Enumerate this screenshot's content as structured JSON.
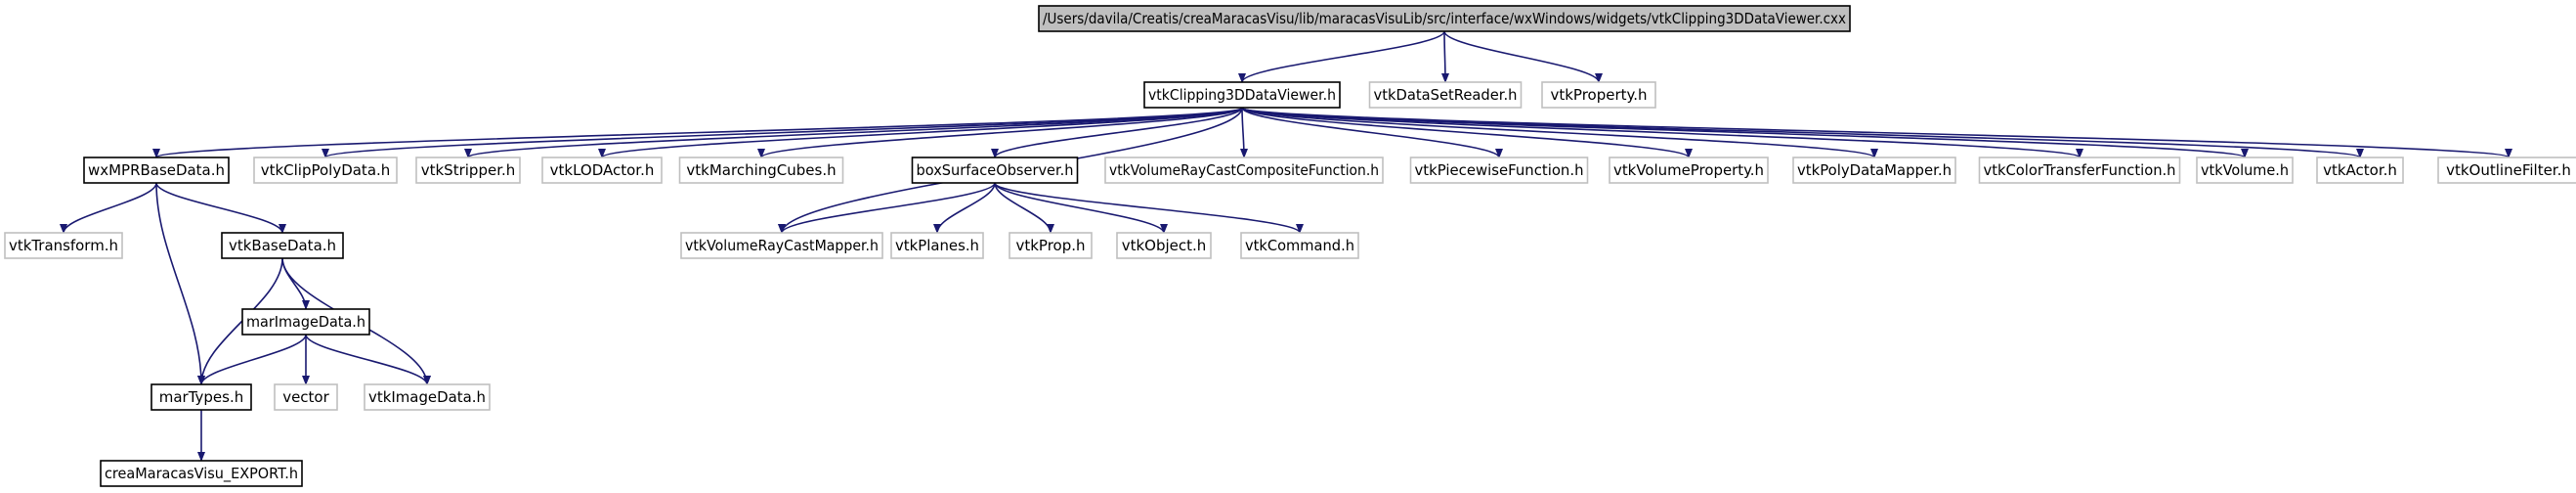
{
  "colors": {
    "edge": "#191970",
    "node_border_documented": "#000000",
    "node_border_undocumented": "#bfbfbf",
    "root_fill": "#bfbfbf",
    "node_fill": "#ffffff"
  },
  "nodes": [
    {
      "id": "root",
      "label": "/Users/davila/Creatis/creaMaracasVisu/lib/maracasVisuLib/src/interface/wxWindows/widgets/vtkClipping3DDataViewer.cxx",
      "style": "root"
    },
    {
      "id": "vtkClipping3DDataViewer_h",
      "label": "vtkClipping3DDataViewer.h",
      "style": "documented"
    },
    {
      "id": "vtkDataSetReader_h",
      "label": "vtkDataSetReader.h",
      "style": "undocumented"
    },
    {
      "id": "vtkProperty_h",
      "label": "vtkProperty.h",
      "style": "undocumented"
    },
    {
      "id": "wxMPRBaseData_h",
      "label": "wxMPRBaseData.h",
      "style": "documented"
    },
    {
      "id": "vtkClipPolyData_h",
      "label": "vtkClipPolyData.h",
      "style": "undocumented"
    },
    {
      "id": "vtkStripper_h",
      "label": "vtkStripper.h",
      "style": "undocumented"
    },
    {
      "id": "vtkLODActor_h",
      "label": "vtkLODActor.h",
      "style": "undocumented"
    },
    {
      "id": "vtkMarchingCubes_h",
      "label": "vtkMarchingCubes.h",
      "style": "undocumented"
    },
    {
      "id": "boxSurfaceObserver_h",
      "label": "boxSurfaceObserver.h",
      "style": "documented"
    },
    {
      "id": "vtkVolumeRayCastCompositeFunction_h",
      "label": "vtkVolumeRayCastCompositeFunction.h",
      "style": "undocumented"
    },
    {
      "id": "vtkPiecewiseFunction_h",
      "label": "vtkPiecewiseFunction.h",
      "style": "undocumented"
    },
    {
      "id": "vtkVolumeProperty_h",
      "label": "vtkVolumeProperty.h",
      "style": "undocumented"
    },
    {
      "id": "vtkPolyDataMapper_h",
      "label": "vtkPolyDataMapper.h",
      "style": "undocumented"
    },
    {
      "id": "vtkColorTransferFunction_h",
      "label": "vtkColorTransferFunction.h",
      "style": "undocumented"
    },
    {
      "id": "vtkVolume_h",
      "label": "vtkVolume.h",
      "style": "undocumented"
    },
    {
      "id": "vtkActor_h",
      "label": "vtkActor.h",
      "style": "undocumented"
    },
    {
      "id": "vtkOutlineFilter_h",
      "label": "vtkOutlineFilter.h",
      "style": "undocumented"
    },
    {
      "id": "vtkTransform_h",
      "label": "vtkTransform.h",
      "style": "undocumented"
    },
    {
      "id": "vtkBaseData_h",
      "label": "vtkBaseData.h",
      "style": "documented"
    },
    {
      "id": "vtkVolumeRayCastMapper_h",
      "label": "vtkVolumeRayCastMapper.h",
      "style": "undocumented"
    },
    {
      "id": "vtkPlanes_h",
      "label": "vtkPlanes.h",
      "style": "undocumented"
    },
    {
      "id": "vtkProp_h",
      "label": "vtkProp.h",
      "style": "undocumented"
    },
    {
      "id": "vtkObject_h",
      "label": "vtkObject.h",
      "style": "undocumented"
    },
    {
      "id": "vtkCommand_h",
      "label": "vtkCommand.h",
      "style": "undocumented"
    },
    {
      "id": "marImageData_h",
      "label": "marImageData.h",
      "style": "documented"
    },
    {
      "id": "marTypes_h",
      "label": "marTypes.h",
      "style": "documented"
    },
    {
      "id": "vector",
      "label": "vector",
      "style": "undocumented"
    },
    {
      "id": "vtkImageData_h",
      "label": "vtkImageData.h",
      "style": "undocumented"
    },
    {
      "id": "creaMaracasVisu_EXPORT_h",
      "label": "creaMaracasVisu_EXPORT.h",
      "style": "documented"
    }
  ],
  "edges": [
    [
      "root",
      "vtkClipping3DDataViewer_h"
    ],
    [
      "root",
      "vtkDataSetReader_h"
    ],
    [
      "root",
      "vtkProperty_h"
    ],
    [
      "vtkClipping3DDataViewer_h",
      "wxMPRBaseData_h"
    ],
    [
      "vtkClipping3DDataViewer_h",
      "vtkClipPolyData_h"
    ],
    [
      "vtkClipping3DDataViewer_h",
      "vtkStripper_h"
    ],
    [
      "vtkClipping3DDataViewer_h",
      "vtkLODActor_h"
    ],
    [
      "vtkClipping3DDataViewer_h",
      "vtkMarchingCubes_h"
    ],
    [
      "vtkClipping3DDataViewer_h",
      "boxSurfaceObserver_h"
    ],
    [
      "vtkClipping3DDataViewer_h",
      "vtkVolumeRayCastCompositeFunction_h"
    ],
    [
      "vtkClipping3DDataViewer_h",
      "vtkPiecewiseFunction_h"
    ],
    [
      "vtkClipping3DDataViewer_h",
      "vtkVolumeProperty_h"
    ],
    [
      "vtkClipping3DDataViewer_h",
      "vtkPolyDataMapper_h"
    ],
    [
      "vtkClipping3DDataViewer_h",
      "vtkColorTransferFunction_h"
    ],
    [
      "vtkClipping3DDataViewer_h",
      "vtkVolume_h"
    ],
    [
      "vtkClipping3DDataViewer_h",
      "vtkActor_h"
    ],
    [
      "vtkClipping3DDataViewer_h",
      "vtkOutlineFilter_h"
    ],
    [
      "vtkClipping3DDataViewer_h",
      "vtkVolumeRayCastMapper_h"
    ],
    [
      "wxMPRBaseData_h",
      "vtkTransform_h"
    ],
    [
      "wxMPRBaseData_h",
      "vtkBaseData_h"
    ],
    [
      "wxMPRBaseData_h",
      "marTypes_h"
    ],
    [
      "vtkBaseData_h",
      "marImageData_h"
    ],
    [
      "vtkBaseData_h",
      "marTypes_h"
    ],
    [
      "vtkBaseData_h",
      "vtkImageData_h"
    ],
    [
      "boxSurfaceObserver_h",
      "vtkVolumeRayCastMapper_h"
    ],
    [
      "boxSurfaceObserver_h",
      "vtkPlanes_h"
    ],
    [
      "boxSurfaceObserver_h",
      "vtkProp_h"
    ],
    [
      "boxSurfaceObserver_h",
      "vtkObject_h"
    ],
    [
      "boxSurfaceObserver_h",
      "vtkCommand_h"
    ],
    [
      "marImageData_h",
      "marTypes_h"
    ],
    [
      "marImageData_h",
      "vector"
    ],
    [
      "marImageData_h",
      "vtkImageData_h"
    ],
    [
      "marTypes_h",
      "creaMaracasVisu_EXPORT_h"
    ]
  ]
}
